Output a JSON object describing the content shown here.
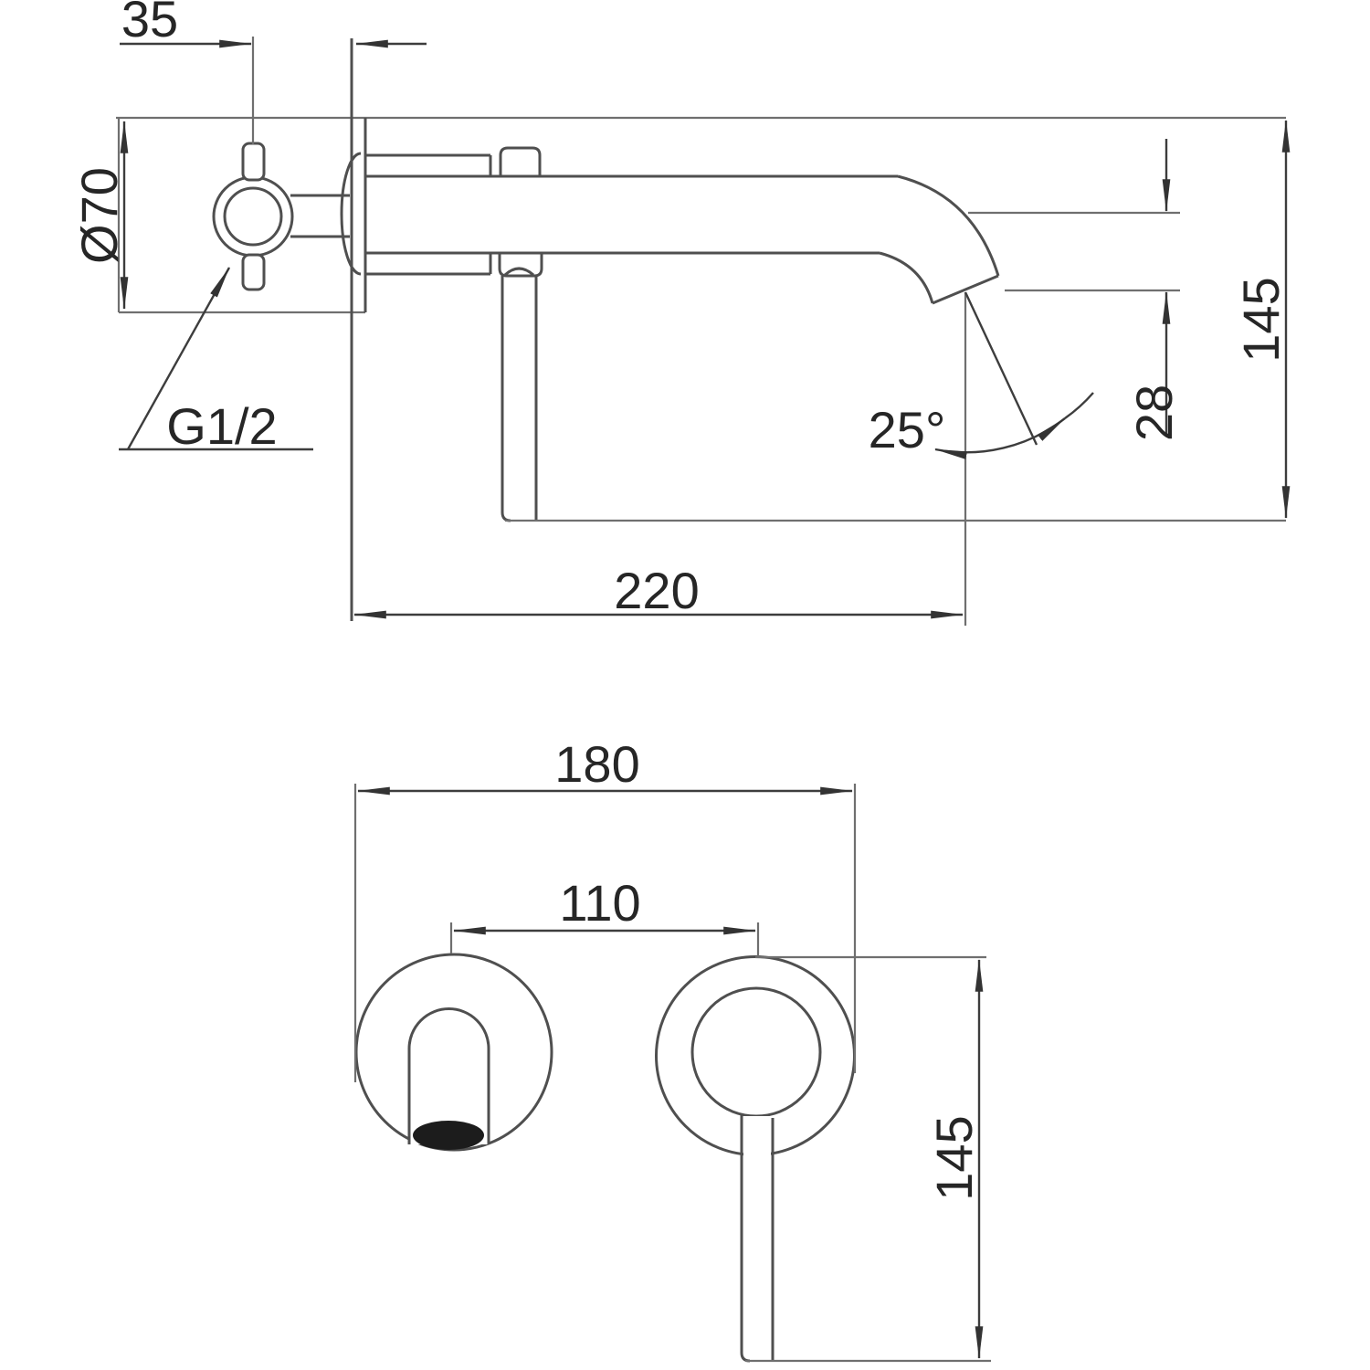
{
  "drawing": {
    "background": "#ffffff",
    "line_color": "#4f4f4f",
    "text_color": "#262626"
  },
  "side_view": {
    "labels": {
      "handle_wall_offset": "35",
      "escutcheon_diameter": "Ø70",
      "connection_thread": "G1/2",
      "spout_reach": "220",
      "spout_outlet_angle": "25°",
      "spout_outlet_size": "28",
      "overall_height": "145"
    }
  },
  "front_view": {
    "labels": {
      "overall_width": "180",
      "center_distance": "110",
      "lever_drop_height": "145"
    }
  }
}
